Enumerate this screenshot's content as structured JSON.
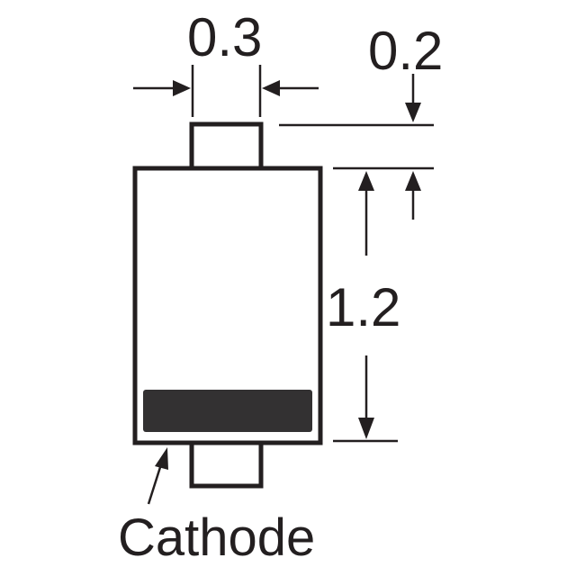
{
  "dimensions": {
    "lead_width": "0.3",
    "lead_length": "0.2",
    "body_length": "1.2"
  },
  "labels": {
    "cathode": "Cathode"
  },
  "colors": {
    "ink": "#231f20",
    "cathode_band": "#333132",
    "background": "#ffffff"
  }
}
